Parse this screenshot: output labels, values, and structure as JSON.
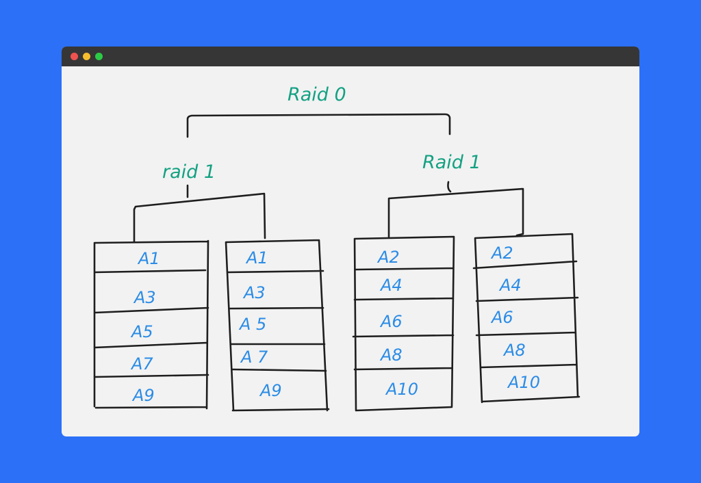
{
  "window": {
    "controls": [
      {
        "name": "close-dot",
        "color": "#f0524f"
      },
      {
        "name": "minimize-dot",
        "color": "#f6be2e"
      },
      {
        "name": "maximize-dot",
        "color": "#2ccb45"
      }
    ]
  },
  "colors": {
    "background": "#2b70f7",
    "ink": "#1e1e1e",
    "raid_label": "#13a182",
    "block_label": "#2b8ce6"
  },
  "diagram": {
    "top_label": "Raid 0",
    "groups": [
      {
        "label": "raid 1",
        "disks": [
          {
            "blocks": [
              "A1",
              "A3",
              "A5",
              "A7",
              "A9"
            ]
          },
          {
            "blocks": [
              "A1",
              "A3",
              "A 5",
              "A 7",
              "A9"
            ]
          }
        ]
      },
      {
        "label": "Raid 1",
        "disks": [
          {
            "blocks": [
              "A2",
              "A4",
              "A6",
              "A8",
              "A10"
            ]
          },
          {
            "blocks": [
              "A2",
              "A4",
              "A6",
              "A8",
              "A10"
            ]
          }
        ]
      }
    ]
  }
}
